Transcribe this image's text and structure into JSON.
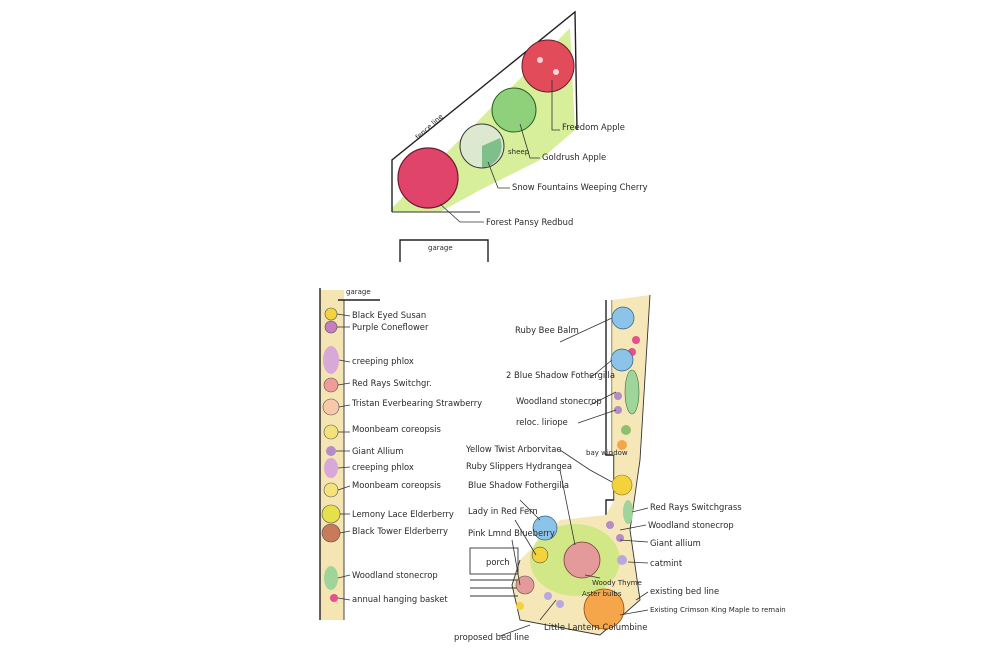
{
  "colors": {
    "bed_green": "#c9e87a",
    "bed_yellow": "#f2dfa0",
    "redbud": "#e0446a",
    "apple_red": "#e14b5a",
    "apple_green": "#8fd07a",
    "cherry": "#dce8cf",
    "blue_fothergilla": "#8cc3e8",
    "bee_balm": "#e6508c",
    "yellow": "#f4d23c",
    "orange": "#f5a64a",
    "purple": "#b48cc8"
  },
  "top_plan": {
    "fence_label": "fence line",
    "sheep_label": "sheep",
    "garage_label": "garage",
    "labels": {
      "freedom": "Freedom Apple",
      "goldrush": "Goldrush Apple",
      "snow": "Snow Fountains Weeping Cherry",
      "redbud": "Forest Pansy Redbud"
    }
  },
  "side_bed": {
    "garage_label": "garage",
    "labels": [
      "Black Eyed Susan",
      "Purple Coneflower",
      "creeping phlox",
      "Red Rays Switchgr.",
      "Tristan Everbearing Strawberry",
      "Moonbeam coreopsis",
      "Giant Allium",
      "creeping phlox",
      "Moonbeam coreopsis",
      "Lemony Lace Elderberry",
      "Black Tower Elderberry",
      "Woodland stonecrop",
      "annual hanging basket"
    ]
  },
  "back_bed": {
    "labels": {
      "ruby_bee": "Ruby Bee Balm",
      "blue_shadow": "2 Blue Shadow Fothergilla",
      "woodland": "Woodland stonecrop",
      "liriope": "reloc. liriope",
      "yellow_twist": "Yellow Twist Arborvitae",
      "ruby_slippers": "Ruby Slippers Hydrangea",
      "blue_shadow2": "Blue Shadow Fothergilla",
      "lady_red": "Lady in Red Fern",
      "pink_lemonade": "Pink Lmnd Blueberry",
      "porch": "porch",
      "woody_thyme": "Woody Thyme",
      "bulbs": "Aster bulbs",
      "little_lantern": "Little Lantern Columbine",
      "proposed": "proposed bed line",
      "red_rays": "Red Rays Switchgrass",
      "woodland2": "Woodland stonecrop",
      "giant_allium": "Giant allium",
      "catmint": "catmint",
      "existing": "existing bed line",
      "crimson": "Existing Crimson King Maple to remain",
      "bay_window": "bay window"
    }
  }
}
